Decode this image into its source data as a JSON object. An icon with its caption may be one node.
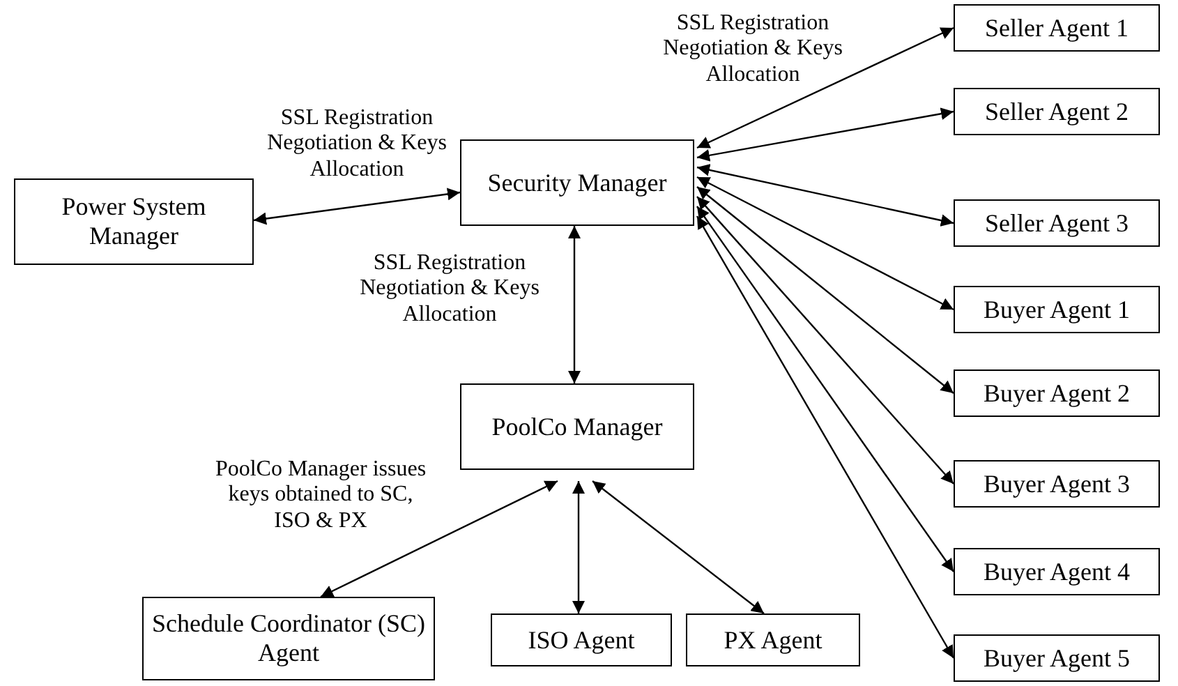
{
  "diagram": {
    "nodes": [
      {
        "text": [
          "Power System Manager"
        ]
      },
      {
        "text": [
          "Security Manager"
        ]
      },
      {
        "text": [
          "PoolCo Manager"
        ]
      },
      {
        "text": [
          "Schedule Coordinator (SC) Agent"
        ]
      },
      {
        "text": [
          "ISO Agent"
        ]
      },
      {
        "text": [
          "PX Agent"
        ]
      },
      {
        "text": [
          "Seller Agent 1"
        ]
      },
      {
        "text": [
          "Seller Agent 2"
        ]
      },
      {
        "text": [
          "Seller Agent 3"
        ]
      },
      {
        "text": [
          "Buyer Agent 1"
        ]
      },
      {
        "text": [
          "Buyer Agent 2"
        ]
      },
      {
        "text": [
          "Buyer Agent 3"
        ]
      },
      {
        "text": [
          "Buyer Agent 4"
        ]
      },
      {
        "text": [
          "Buyer Agent 5"
        ]
      }
    ],
    "edges": [
      {
        "from": 0,
        "to": 1,
        "arrow": "both",
        "label": "SSL Registration Negotiation & Keys Allocation"
      },
      {
        "from": 1,
        "to": 6,
        "arrow": "both"
      },
      {
        "from": 1,
        "to": 7,
        "arrow": "both"
      },
      {
        "from": 1,
        "to": 8,
        "arrow": "both"
      },
      {
        "from": 1,
        "to": 9,
        "arrow": "both"
      },
      {
        "from": 1,
        "to": 10,
        "arrow": "both"
      },
      {
        "from": 1,
        "to": 11,
        "arrow": "both"
      },
      {
        "from": 1,
        "to": 12,
        "arrow": "both"
      },
      {
        "from": 1,
        "to": 13,
        "arrow": "both"
      },
      {
        "from": 1,
        "to": 2,
        "arrow": "both",
        "label": "SSL Registration Negotiation & Keys Allocation"
      },
      {
        "from": 2,
        "to": 3,
        "arrow": "both",
        "label": "PoolCo Manager issues keys obtained to SC, ISO & PX"
      },
      {
        "from": 2,
        "to": 4,
        "arrow": "both"
      },
      {
        "from": 2,
        "to": 5,
        "arrow": "both"
      }
    ],
    "labels": [
      "SSL Registration Negotiation & Keys Allocation"
    ]
  }
}
